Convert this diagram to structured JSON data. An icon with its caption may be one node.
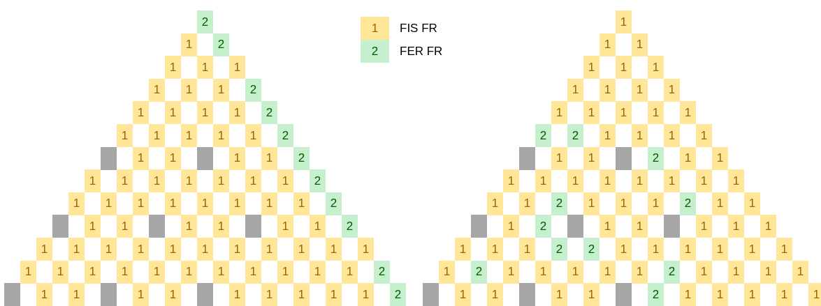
{
  "diagram": {
    "nodes": [
      {
        "text": [
          "2"
        ]
      },
      {
        "text": [
          "1"
        ]
      },
      {
        "text": [
          "2"
        ]
      },
      {
        "text": [
          "1"
        ]
      },
      {
        "text": [
          "1"
        ]
      },
      {
        "text": [
          "1"
        ]
      },
      {
        "text": [
          "1"
        ]
      },
      {
        "text": [
          "1"
        ]
      },
      {
        "text": [
          "1"
        ]
      },
      {
        "text": [
          "2"
        ]
      },
      {
        "text": [
          "1"
        ]
      },
      {
        "text": [
          "1"
        ]
      },
      {
        "text": [
          "1"
        ]
      },
      {
        "text": [
          "1"
        ]
      },
      {
        "text": [
          "2"
        ]
      },
      {
        "text": [
          "1"
        ]
      },
      {
        "text": [
          "1"
        ]
      },
      {
        "text": [
          "1"
        ]
      },
      {
        "text": [
          "1"
        ]
      },
      {
        "text": [
          "1"
        ]
      },
      {
        "text": [
          "2"
        ]
      },
      {
        "text": [],
        "shape": "box"
      },
      {
        "text": [
          "1"
        ]
      },
      {
        "text": [
          "1"
        ]
      },
      {
        "text": [],
        "shape": "box"
      },
      {
        "text": [
          "1"
        ]
      },
      {
        "text": [
          "1"
        ]
      },
      {
        "text": [
          "2"
        ]
      },
      {
        "text": [
          "1"
        ]
      },
      {
        "text": [
          "1"
        ]
      },
      {
        "text": [
          "1"
        ]
      },
      {
        "text": [
          "1"
        ]
      },
      {
        "text": [
          "1"
        ]
      },
      {
        "text": [
          "1"
        ]
      },
      {
        "text": [
          "1"
        ]
      },
      {
        "text": [
          "2"
        ]
      },
      {
        "text": [
          "1"
        ]
      },
      {
        "text": [
          "1"
        ]
      },
      {
        "text": [
          "1"
        ]
      },
      {
        "text": [
          "1"
        ]
      },
      {
        "text": [
          "1"
        ]
      },
      {
        "text": [
          "1"
        ]
      },
      {
        "text": [
          "1"
        ]
      },
      {
        "text": [
          "1"
        ]
      },
      {
        "text": [
          "2"
        ]
      },
      {
        "text": [],
        "shape": "box"
      },
      {
        "text": [
          "1"
        ]
      },
      {
        "text": [
          "1"
        ]
      },
      {
        "text": [],
        "shape": "box"
      },
      {
        "text": [
          "1"
        ]
      },
      {
        "text": [
          "1"
        ]
      },
      {
        "text": [],
        "shape": "box"
      },
      {
        "text": [
          "1"
        ]
      },
      {
        "text": [
          "1"
        ]
      },
      {
        "text": [
          "2"
        ]
      },
      {
        "text": [
          "1"
        ]
      },
      {
        "text": [
          "1"
        ]
      },
      {
        "text": [
          "1"
        ]
      },
      {
        "text": [
          "1"
        ]
      },
      {
        "text": [
          "1"
        ]
      },
      {
        "text": [
          "1"
        ]
      },
      {
        "text": [
          "1"
        ]
      },
      {
        "text": [
          "1"
        ]
      },
      {
        "text": [
          "1"
        ]
      },
      {
        "text": [
          "1"
        ]
      },
      {
        "text": [
          "1"
        ]
      },
      {
        "text": [
          "1"
        ]
      },
      {
        "text": [
          "1"
        ]
      },
      {
        "text": [
          "1"
        ]
      },
      {
        "text": [
          "1"
        ]
      },
      {
        "text": [
          "1"
        ]
      },
      {
        "text": [
          "1"
        ]
      },
      {
        "text": [
          "1"
        ]
      },
      {
        "text": [
          "1"
        ]
      },
      {
        "text": [
          "1"
        ]
      },
      {
        "text": [
          "1"
        ]
      },
      {
        "text": [
          "1"
        ]
      },
      {
        "text": [
          "2"
        ]
      },
      {
        "text": [],
        "shape": "box"
      },
      {
        "text": [
          "1"
        ]
      },
      {
        "text": [
          "1"
        ]
      },
      {
        "text": [],
        "shape": "box"
      },
      {
        "text": [
          "1"
        ]
      },
      {
        "text": [
          "1"
        ]
      },
      {
        "text": [],
        "shape": "box"
      },
      {
        "text": [
          "1"
        ]
      },
      {
        "text": [
          "1"
        ]
      },
      {
        "text": [
          "1"
        ]
      },
      {
        "text": [
          "1"
        ]
      },
      {
        "text": [
          "1"
        ]
      },
      {
        "text": [
          "2"
        ]
      },
      {
        "text": [
          "1"
        ]
      },
      {
        "text": [
          "1"
        ]
      },
      {
        "text": [
          "1"
        ]
      },
      {
        "text": [
          "1"
        ]
      },
      {
        "text": [
          "1"
        ]
      },
      {
        "text": [
          "1"
        ]
      },
      {
        "text": [
          "1"
        ]
      },
      {
        "text": [
          "1"
        ]
      },
      {
        "text": [
          "1"
        ]
      },
      {
        "text": [
          "1"
        ]
      },
      {
        "text": [
          "1"
        ]
      },
      {
        "text": [
          "1"
        ]
      },
      {
        "text": [
          "1"
        ]
      },
      {
        "text": [
          "1"
        ]
      },
      {
        "text": [
          "1"
        ]
      },
      {
        "text": [
          "2"
        ]
      },
      {
        "text": [
          "2"
        ]
      },
      {
        "text": [
          "1"
        ]
      },
      {
        "text": [
          "1"
        ]
      },
      {
        "text": [
          "1"
        ]
      },
      {
        "text": [
          "1"
        ]
      },
      {
        "text": [],
        "shape": "box"
      },
      {
        "text": [
          "1"
        ]
      },
      {
        "text": [
          "1"
        ]
      },
      {
        "text": [],
        "shape": "box"
      },
      {
        "text": [
          "2"
        ]
      },
      {
        "text": [
          "1"
        ]
      },
      {
        "text": [
          "1"
        ]
      },
      {
        "text": [
          "1"
        ]
      },
      {
        "text": [
          "1"
        ]
      },
      {
        "text": [
          "1"
        ]
      },
      {
        "text": [
          "1"
        ]
      },
      {
        "text": [
          "1"
        ]
      },
      {
        "text": [
          "1"
        ]
      },
      {
        "text": [
          "1"
        ]
      },
      {
        "text": [
          "1"
        ]
      },
      {
        "text": [
          "1"
        ]
      },
      {
        "text": [
          "1"
        ]
      },
      {
        "text": [
          "2"
        ]
      },
      {
        "text": [
          "1"
        ]
      },
      {
        "text": [
          "1"
        ]
      },
      {
        "text": [
          "1"
        ]
      },
      {
        "text": [
          "2"
        ]
      },
      {
        "text": [
          "1"
        ]
      },
      {
        "text": [
          "1"
        ]
      },
      {
        "text": [],
        "shape": "box"
      },
      {
        "text": [
          "1"
        ]
      },
      {
        "text": [
          "2"
        ]
      },
      {
        "text": [],
        "shape": "box"
      },
      {
        "text": [
          "1"
        ]
      },
      {
        "text": [
          "1"
        ]
      },
      {
        "text": [],
        "shape": "box"
      },
      {
        "text": [
          "1"
        ]
      },
      {
        "text": [
          "1"
        ]
      },
      {
        "text": [
          "1"
        ]
      },
      {
        "text": [
          "1"
        ]
      },
      {
        "text": [
          "1"
        ]
      },
      {
        "text": [
          "1"
        ]
      },
      {
        "text": [
          "2"
        ]
      },
      {
        "text": [
          "2"
        ]
      },
      {
        "text": [
          "1"
        ]
      },
      {
        "text": [
          "1"
        ]
      },
      {
        "text": [
          "1"
        ]
      },
      {
        "text": [
          "1"
        ]
      },
      {
        "text": [
          "1"
        ]
      },
      {
        "text": [
          "1"
        ]
      },
      {
        "text": [
          "1"
        ]
      },
      {
        "text": [
          "2"
        ]
      },
      {
        "text": [
          "1"
        ]
      },
      {
        "text": [
          "1"
        ]
      },
      {
        "text": [
          "1"
        ]
      },
      {
        "text": [
          "1"
        ]
      },
      {
        "text": [
          "1"
        ]
      },
      {
        "text": [
          "2"
        ]
      },
      {
        "text": [
          "1"
        ]
      },
      {
        "text": [
          "1"
        ]
      },
      {
        "text": [
          "1"
        ]
      },
      {
        "text": [
          "1"
        ]
      },
      {
        "text": [],
        "shape": "box"
      },
      {
        "text": [
          "1"
        ]
      },
      {
        "text": [
          "1"
        ]
      },
      {
        "text": [],
        "shape": "box"
      },
      {
        "text": [
          "1"
        ]
      },
      {
        "text": [
          "1"
        ]
      },
      {
        "text": [],
        "shape": "box"
      },
      {
        "text": [
          "2"
        ]
      },
      {
        "text": [
          "1"
        ]
      },
      {
        "text": [
          "1"
        ]
      },
      {
        "text": [
          "1"
        ]
      },
      {
        "text": [
          "1"
        ]
      },
      {
        "text": [
          "1"
        ]
      }
    ],
    "labels": [
      "1",
      "2"
    ],
    "legend": [
      {
        "text": "FIS FR",
        "color": "#ffe699"
      },
      {
        "text": "FER FR",
        "color": "#c6efce"
      }
    ]
  }
}
